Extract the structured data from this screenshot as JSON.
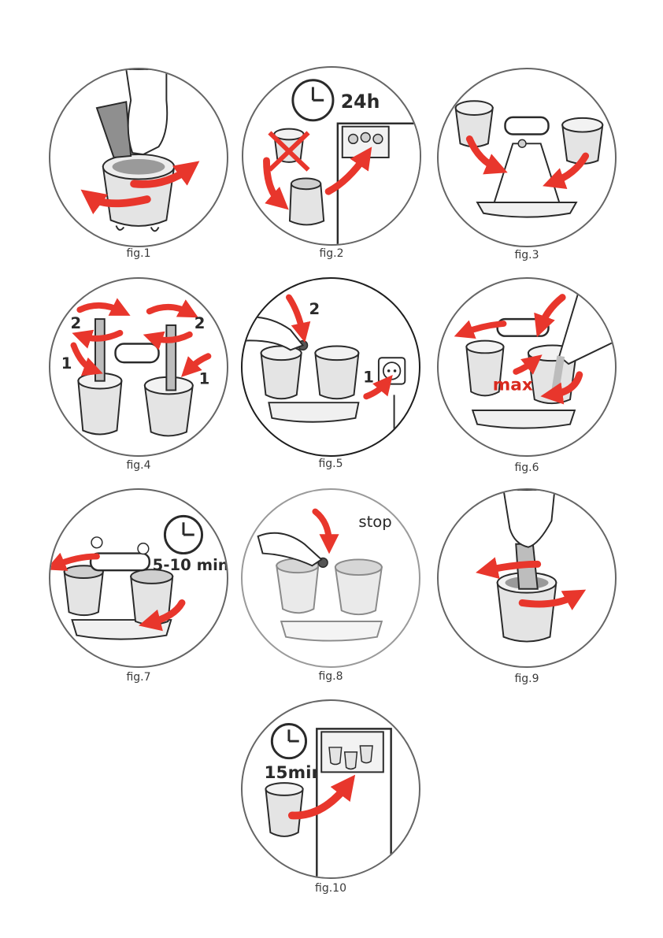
{
  "colors": {
    "arrow": "#e8362c",
    "max_text": "#d92a1f",
    "outline": "#666666",
    "ink": "#2a2a2a",
    "cup_fill": "#e4e4e4"
  },
  "figures": [
    {
      "caption": "fig.1"
    },
    {
      "caption": "fig.2",
      "time": "24h"
    },
    {
      "caption": "fig.3"
    },
    {
      "caption": "fig.4",
      "step_a": "2",
      "step_b": "2",
      "step_c": "1",
      "step_d": "1"
    },
    {
      "caption": "fig.5",
      "step_a": "2",
      "step_b": "1"
    },
    {
      "caption": "fig.6",
      "level": "max"
    },
    {
      "caption": "fig.7",
      "time": "5-10 min"
    },
    {
      "caption": "fig.8",
      "action": "stop"
    },
    {
      "caption": "fig.9"
    },
    {
      "caption": "fig.10",
      "time": "15min"
    }
  ]
}
